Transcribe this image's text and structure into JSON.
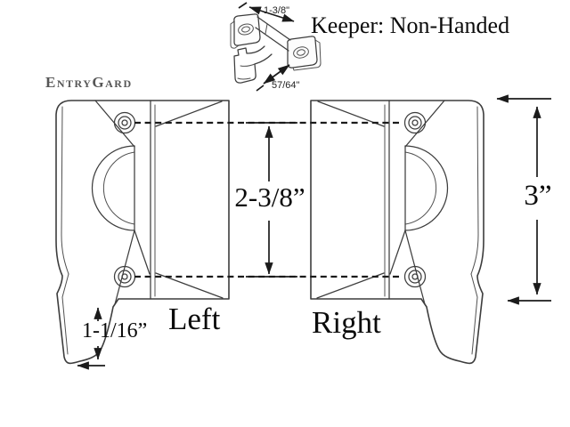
{
  "diagram": {
    "brand": {
      "logo": "EntryGard"
    },
    "keeper": {
      "title": "Keeper: Non-Handed",
      "width_dim": "1-3/8\"",
      "projection_dim": "57/64\""
    },
    "locks": {
      "left_label": "Left",
      "right_label": "Right",
      "screw_spacing_dim": "2-3/8”",
      "height_dim": "3”",
      "lever_length_dim": "1-1/16”"
    },
    "colors": {
      "background": "#ffffff",
      "line": "#3d3d3d",
      "dim": "#1b1b1b",
      "logo": "#565656"
    }
  }
}
